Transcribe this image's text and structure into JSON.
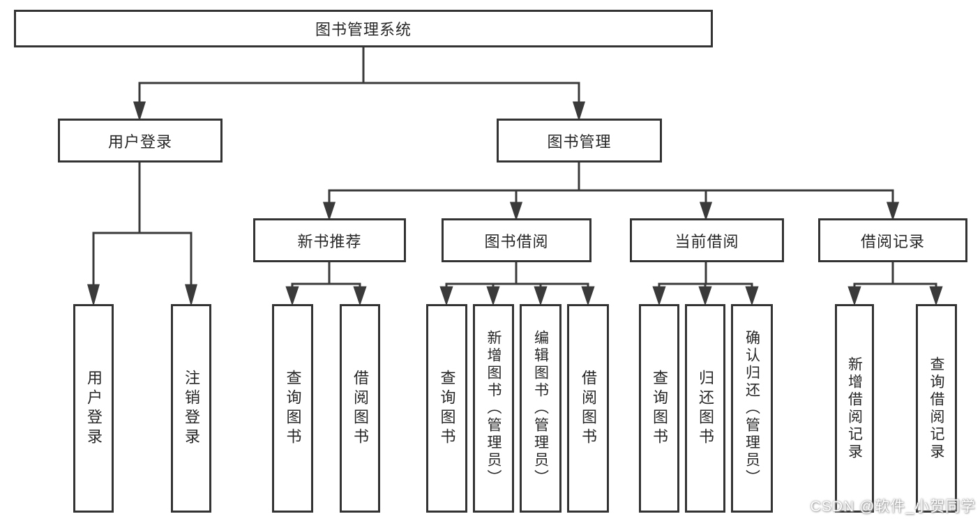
{
  "title": "图书管理系统",
  "branches": {
    "user_login": {
      "label": "用户登录",
      "children": [
        "用户登录",
        "注销登录"
      ]
    },
    "book_mgmt": {
      "label": "图书管理",
      "sections": {
        "new_book": {
          "label": "新书推荐",
          "children": [
            "查询图书",
            "借阅图书"
          ]
        },
        "book_borrow": {
          "label": "图书借阅",
          "children": [
            "查询图书",
            "新增图书（管理员）",
            "编辑图书（管理员）",
            "借阅图书"
          ]
        },
        "current_borrow": {
          "label": "当前借阅",
          "children": [
            "查询图书",
            "归还图书",
            "确认归还（管理员）"
          ]
        },
        "borrow_record": {
          "label": "借阅记录",
          "children": [
            "新增借阅记录",
            "查询借阅记录"
          ]
        }
      }
    }
  },
  "watermark": "CSDN @软件_小贺同学",
  "colors": {
    "line": "#3a3a3a",
    "box_border": "#333333",
    "text": "#262626",
    "background": "#ffffff"
  }
}
